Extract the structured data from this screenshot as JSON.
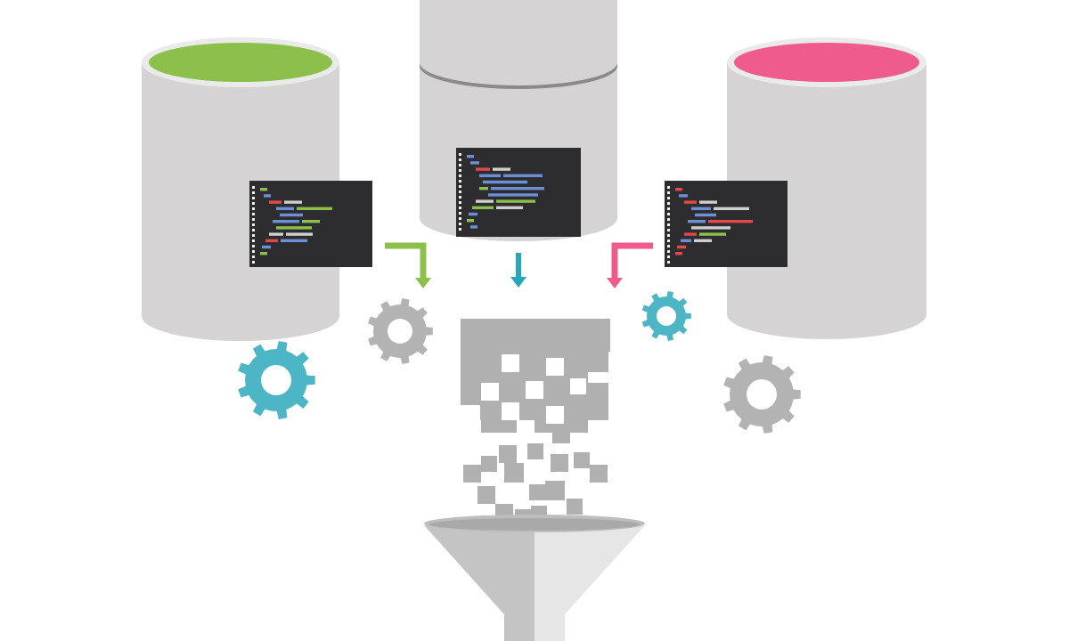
{
  "canvas": {
    "background": "#ffffff"
  },
  "palette": {
    "cylinder_body": "#d5d3d4",
    "cylinder_shadow": "#8a8a8a",
    "cylinder_rim": "#b9b7b8",
    "code_panel": "#2d2c2f",
    "code_gutter": "#f2f2f2",
    "gear_gray": "#b3b3b3",
    "gear_teal": "#4cb6c6",
    "pixel_gray": "#b0b0b0",
    "funnel_left": "#c4c4c4",
    "funnel_right": "#e6e6e6",
    "funnel_rim": "#bdbdbd"
  },
  "databases": [
    {
      "id": "green",
      "accent": "#8cc04b",
      "icon": "database-icon"
    },
    {
      "id": "teal",
      "accent": "#25a7bd",
      "icon": "database-icon"
    },
    {
      "id": "pink",
      "accent": "#ef5b8d",
      "icon": "database-icon"
    }
  ],
  "code_colors": [
    "#8cc04b",
    "#6c8fd6",
    "#e24a4a",
    "#cfcfcf",
    "#2fa8c2"
  ],
  "arrows": [
    {
      "id": "green",
      "color": "#8cc04b",
      "icon": "elbow-arrow-down-icon"
    },
    {
      "id": "teal",
      "color": "#25a7bd",
      "icon": "arrow-down-icon"
    },
    {
      "id": "pink",
      "color": "#ef5b8d",
      "icon": "elbow-arrow-down-icon"
    }
  ],
  "gears": [
    {
      "color": "gray",
      "icon": "gear-icon"
    },
    {
      "color": "teal",
      "icon": "gear-icon"
    },
    {
      "color": "teal",
      "icon": "gear-icon"
    },
    {
      "color": "gray",
      "icon": "gear-icon"
    }
  ],
  "funnel": {
    "icon": "funnel-icon"
  }
}
